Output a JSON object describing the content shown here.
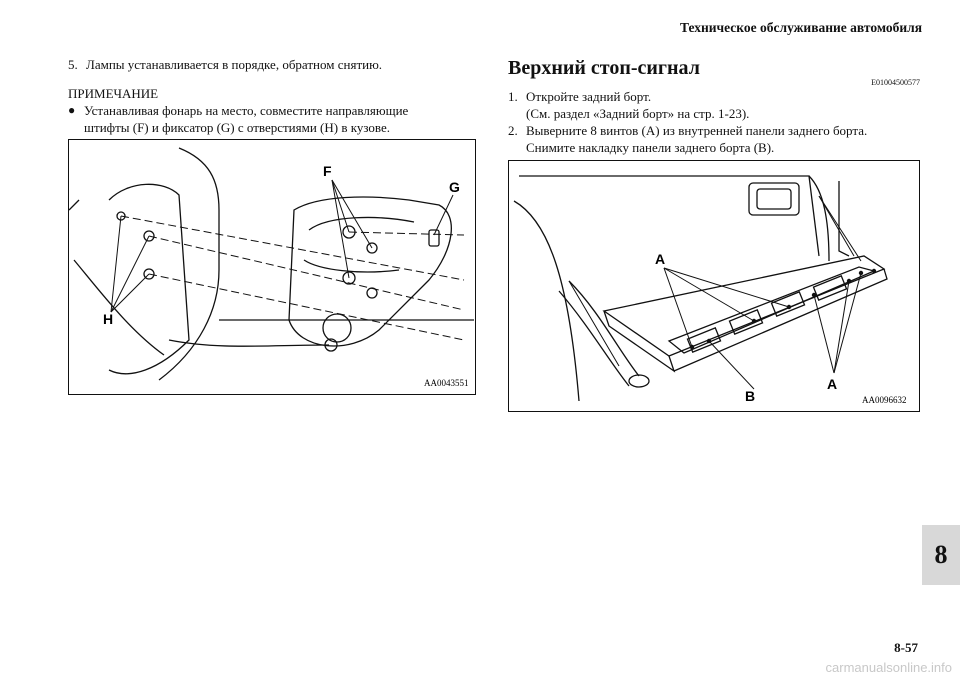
{
  "header": {
    "title": "Техническое обслуживание автомобиля"
  },
  "left": {
    "step5_num": "5.",
    "step5_text": "Лампы устанавливается в порядке, обратном снятию.",
    "note_heading": "ПРИМЕЧАНИЕ",
    "note_bullet": "●",
    "note_line1": "Устанавливая фонарь на место, совместите направляющие",
    "note_line2": "штифты (F) и фиксатор (G) с отверстиями (H) в кузове.",
    "figure": {
      "label_f": "F",
      "label_g": "G",
      "label_h": "H",
      "code": "AA0043551"
    }
  },
  "right": {
    "title": "Верхний стоп-сигнал",
    "doc_code": "E01004500577",
    "step1_num": "1.",
    "step1_line1": "Откройте задний борт.",
    "step1_line2": "(См. раздел «Задний борт» на стр. 1-23).",
    "step2_num": "2.",
    "step2_line1": "Выверните 8 винтов (A) из внутренней панели заднего борта.",
    "step2_line2": "Снимите накладку панели заднего борта (B).",
    "figure": {
      "label_a1": "A",
      "label_a2": "A",
      "label_b": "B",
      "code": "AA0096632"
    }
  },
  "section_tab": "8",
  "page_number": "8-57",
  "watermark": "carmanualsonline.info"
}
